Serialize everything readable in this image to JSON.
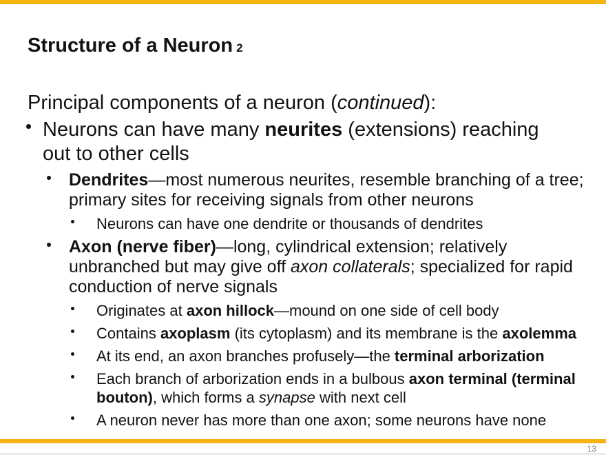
{
  "slide": {
    "accent_color": "#F6B412",
    "title": {
      "text": "Structure of a Neuron",
      "number": "2"
    },
    "intro": {
      "runs": [
        {
          "t": "Principal components of a neuron ("
        },
        {
          "t": "continued",
          "i": true
        },
        {
          "t": "):"
        }
      ]
    },
    "bullets": [
      {
        "level": 1,
        "runs": [
          {
            "t": "Neurons can have many "
          },
          {
            "t": "neurites",
            "b": true
          },
          {
            "t": " (extensions) reaching\nout to other cells"
          }
        ]
      },
      {
        "level": 2,
        "runs": [
          {
            "t": "Dendrites",
            "b": true
          },
          {
            "t": "—most numerous neurites, resemble branching of a tree;\nprimary sites for receiving signals from other neurons"
          }
        ]
      },
      {
        "level": 3,
        "runs": [
          {
            "t": "Neurons can have one dendrite or thousands of dendrites"
          }
        ]
      },
      {
        "level": 2,
        "runs": [
          {
            "t": "Axon (nerve fiber)",
            "b": true
          },
          {
            "t": "—long, cylindrical extension; relatively\nunbranched but may give off "
          },
          {
            "t": "axon collaterals",
            "i": true
          },
          {
            "t": "; specialized for rapid\nconduction of nerve signals"
          }
        ]
      },
      {
        "level": 3,
        "runs": [
          {
            "t": "Originates at "
          },
          {
            "t": "axon hillock",
            "b": true
          },
          {
            "t": "—mound on one side of cell body"
          }
        ]
      },
      {
        "level": 3,
        "runs": [
          {
            "t": "Contains "
          },
          {
            "t": "axoplasm",
            "b": true
          },
          {
            "t": " (its cytoplasm) and its membrane is the "
          },
          {
            "t": "axolemma",
            "b": true
          }
        ]
      },
      {
        "level": 3,
        "runs": [
          {
            "t": "At its end, an axon branches profusely—the "
          },
          {
            "t": "terminal arborization",
            "b": true
          }
        ]
      },
      {
        "level": 3,
        "runs": [
          {
            "t": "Each branch of arborization ends in a bulbous "
          },
          {
            "t": "axon terminal (terminal\nbouton)",
            "b": true
          },
          {
            "t": ", which forms a "
          },
          {
            "t": "synapse",
            "i": true
          },
          {
            "t": " with next cell"
          }
        ]
      },
      {
        "level": 3,
        "runs": [
          {
            "t": "A neuron never has more than one axon; some neurons have none"
          }
        ]
      }
    ],
    "footer": {
      "page_number": "13"
    }
  }
}
